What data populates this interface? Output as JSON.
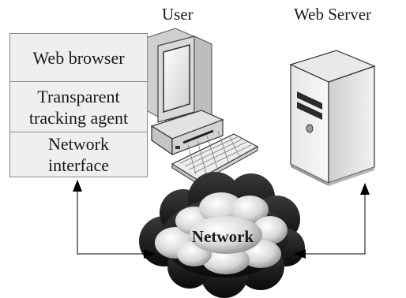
{
  "nodes": {
    "user": {
      "label": "User"
    },
    "web_server": {
      "label": "Web Server"
    },
    "network": {
      "label": "Network"
    }
  },
  "protocol_stack": {
    "layers": [
      {
        "line1": "Web browser",
        "line2": ""
      },
      {
        "line1": "Transparent",
        "line2": "tracking agent"
      },
      {
        "line1": "Network",
        "line2": "interface"
      }
    ]
  },
  "colors": {
    "stack_fill": "#efefef",
    "stack_border": "#8a8a8a",
    "cloud_dark": "#1e1e1e",
    "cloud_light": "#e4e4e4",
    "server_body": "#f0f0f0",
    "arrow": "#000000"
  },
  "connections": [
    {
      "from": "protocol_stack",
      "to": "network",
      "style": "double-arrow"
    },
    {
      "from": "network",
      "to": "web_server",
      "style": "double-arrow"
    }
  ]
}
